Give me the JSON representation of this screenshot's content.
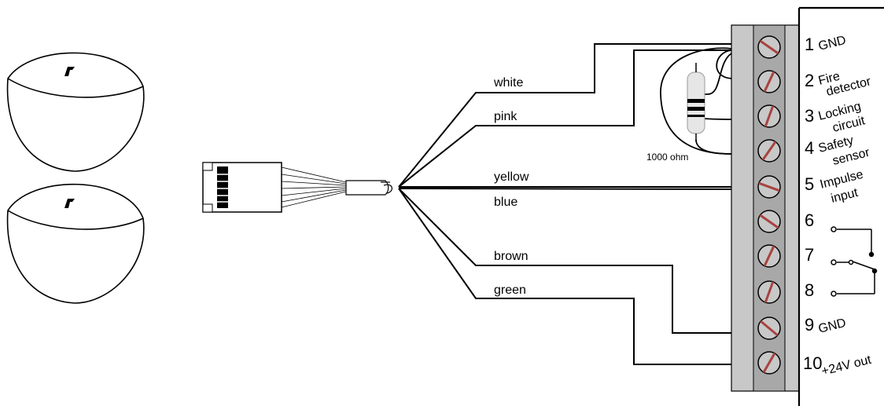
{
  "wires": {
    "white": "white",
    "pink": "pink",
    "yellow": "yellow",
    "blue": "blue",
    "brown": "brown",
    "green": "green"
  },
  "resistor_label": "1000 ohm",
  "terminals": [
    {
      "number": "1",
      "text": [
        "GND"
      ]
    },
    {
      "number": "2",
      "text": [
        "Fire",
        "detector"
      ]
    },
    {
      "number": "3",
      "text": [
        "Locking",
        "circuit"
      ]
    },
    {
      "number": "4",
      "text": [
        "Safety",
        "sensor"
      ]
    },
    {
      "number": "5",
      "text": [
        "Impulse",
        "input"
      ]
    },
    {
      "number": "6",
      "text": []
    },
    {
      "number": "7",
      "text": []
    },
    {
      "number": "8",
      "text": []
    },
    {
      "number": "9",
      "text": [
        "GND"
      ]
    },
    {
      "number": "10",
      "text": [
        "+24V out"
      ]
    }
  ],
  "colors": {
    "line": "#000000",
    "terminal_block": "#c8c8c8",
    "terminal_strip": "#a8a8a8",
    "screw_slot": "#a8433f",
    "resistor_body": "#e6e6e6"
  }
}
